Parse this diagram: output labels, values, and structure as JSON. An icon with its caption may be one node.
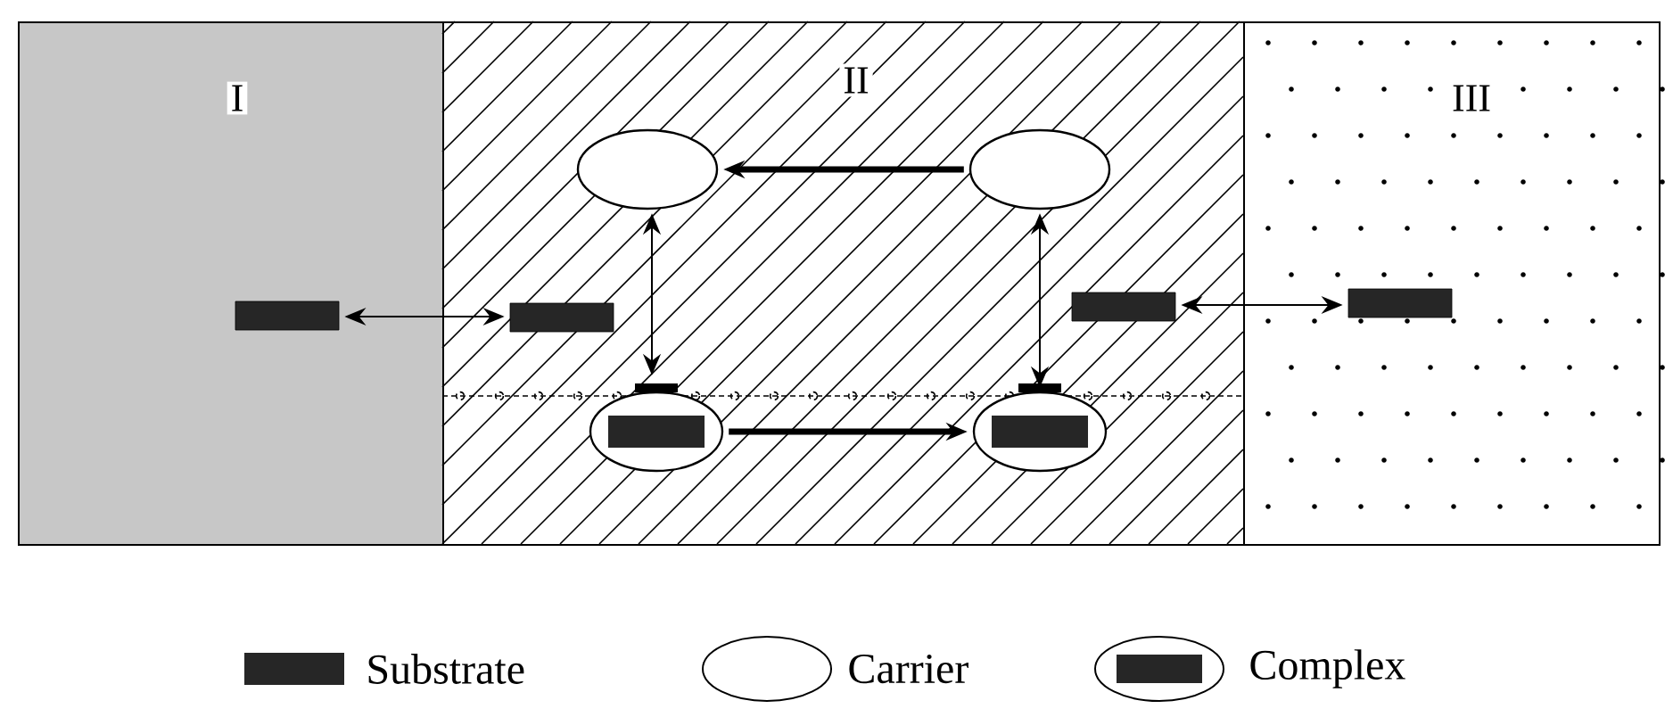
{
  "diagram": {
    "nodes": [
      {
        "text": [
          "I"
        ]
      },
      {
        "text": [
          "II"
        ]
      },
      {
        "text": [
          "III"
        ]
      },
      {
        "text": [],
        "shape": "bar",
        "in": 0
      },
      {
        "text": [],
        "shape": "bar",
        "in": 1
      },
      {
        "text": [],
        "shape": "circle",
        "in": 1
      },
      {
        "text": [],
        "shape": "circle",
        "in": 1
      },
      {
        "text": [],
        "shape": "circle",
        "in": 1
      },
      {
        "text": [],
        "shape": "circle",
        "in": 1
      },
      {
        "text": [],
        "shape": "bar",
        "in": 1
      },
      {
        "text": [],
        "shape": "bar",
        "in": 2
      }
    ],
    "edges": [
      {
        "from": 3,
        "to": 4,
        "arrow": "both"
      },
      {
        "from": 6,
        "to": 5,
        "arrow": "to",
        "style": "thick"
      },
      {
        "from": 5,
        "to": 7,
        "arrow": "both"
      },
      {
        "from": 7,
        "to": 8,
        "arrow": "to",
        "style": "thick"
      },
      {
        "from": 8,
        "to": 6,
        "arrow": "both"
      },
      {
        "from": 9,
        "to": 10,
        "arrow": "both"
      }
    ],
    "legend": [
      {
        "text": "Substrate",
        "color": "#262626"
      },
      {
        "text": "Carrier"
      },
      {
        "text": "Complex"
      }
    ]
  }
}
